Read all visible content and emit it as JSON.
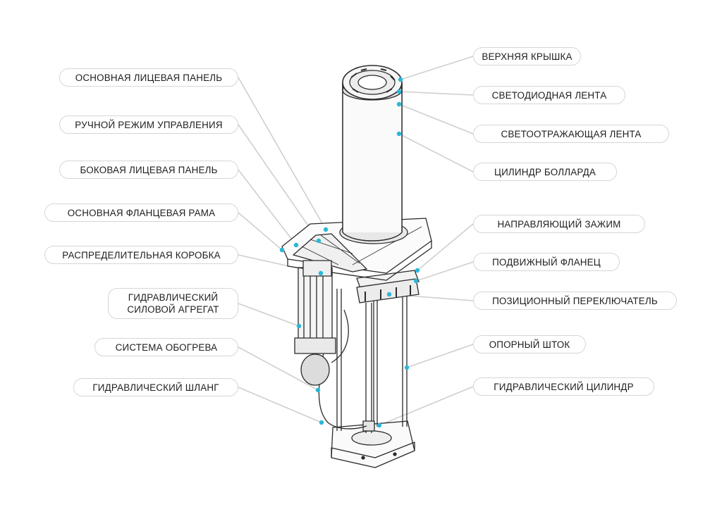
{
  "colors": {
    "accent": "#28b8d8",
    "leader": "#cfcfcf",
    "outline": "#2a2a2a"
  },
  "callouts_left": [
    {
      "id": "main-face-panel",
      "lines": [
        "ОСНОВНАЯ ЛИЦЕВАЯ ПАНЕЛЬ"
      ]
    },
    {
      "id": "manual-mode",
      "lines": [
        "РУЧНОЙ РЕЖИМ УПРАВЛЕНИЯ"
      ]
    },
    {
      "id": "side-face-panel",
      "lines": [
        "БОКОВАЯ ЛИЦЕВАЯ ПАНЕЛЬ"
      ]
    },
    {
      "id": "main-flange-frame",
      "lines": [
        "ОСНОВНАЯ ФЛАНЦЕВАЯ РАМА"
      ]
    },
    {
      "id": "distribution-box",
      "lines": [
        "РАСПРЕДЕЛИТЕЛЬНАЯ КОРОБКА"
      ]
    },
    {
      "id": "hydraulic-power-unit",
      "lines": [
        "ГИДРАВЛИЧЕСКИЙ",
        "СИЛОВОЙ АГРЕГАТ"
      ]
    },
    {
      "id": "heating-system",
      "lines": [
        "СИСТЕМА ОБОГРЕВА"
      ]
    },
    {
      "id": "hydraulic-hose",
      "lines": [
        "ГИДРАВЛИЧЕСКИЙ ШЛАНГ"
      ]
    }
  ],
  "callouts_right": [
    {
      "id": "top-cover",
      "lines": [
        "ВЕРХНЯЯ КРЫШКА"
      ]
    },
    {
      "id": "led-strip",
      "lines": [
        "СВЕТОДИОДНАЯ ЛЕНТА"
      ]
    },
    {
      "id": "reflective-strip",
      "lines": [
        "СВЕТООТРАЖАЮЩАЯ ЛЕНТА"
      ]
    },
    {
      "id": "bollard-cylinder",
      "lines": [
        "ЦИЛИНДР БОЛЛАРДА"
      ]
    },
    {
      "id": "guide-clamp",
      "lines": [
        "НАПРАВЛЯЮЩИЙ ЗАЖИМ"
      ]
    },
    {
      "id": "movable-flange",
      "lines": [
        "ПОДВИЖНЫЙ ФЛАНЕЦ"
      ]
    },
    {
      "id": "position-switch",
      "lines": [
        "ПОЗИЦИОННЫЙ ПЕРЕКЛЮЧАТЕЛЬ"
      ]
    },
    {
      "id": "support-rod",
      "lines": [
        "ОПОРНЫЙ ШТОК"
      ]
    },
    {
      "id": "hydraulic-cylinder",
      "lines": [
        "ГИДРАВЛИЧЕСКИЙ ЦИЛИНДР"
      ]
    }
  ]
}
